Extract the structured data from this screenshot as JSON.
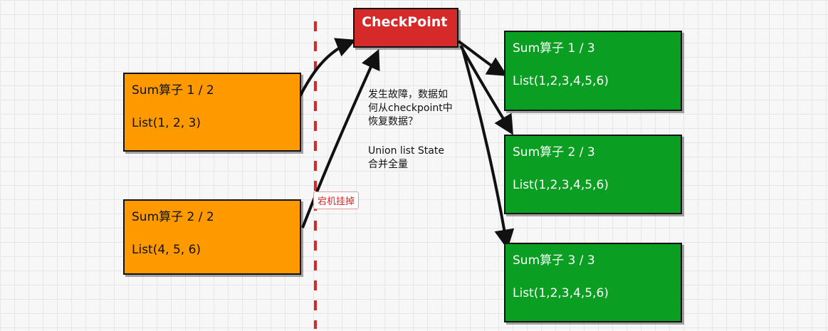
{
  "checkpoint": {
    "label": "CheckPoint"
  },
  "source_tasks": [
    {
      "title": "Sum算子 1 / 2",
      "state": "List(1, 2, 3)"
    },
    {
      "title": "Sum算子 2 / 2",
      "state": "List(4, 5, 6)"
    }
  ],
  "target_tasks": [
    {
      "title": "Sum算子 1 / 3",
      "state": "List(1,2,3,4,5,6)"
    },
    {
      "title": "Sum算子 2 / 3",
      "state": "List(1,2,3,4,5,6)"
    },
    {
      "title": "Sum算子 3 / 3",
      "state": "List(1,2,3,4,5,6)"
    }
  ],
  "failure_question": {
    "line1": "发生故障，数据如",
    "line2": "何从checkpoint中",
    "line3": "恢复数据？"
  },
  "union_note": {
    "line1": "Union list State",
    "line2": "合并全量"
  },
  "crash_tag": {
    "label": "宕机挂掉"
  },
  "colors": {
    "source_box": "#ff9900",
    "target_box": "#0a9e22",
    "checkpoint": "#d62a2a",
    "divider": "#d62a2a"
  }
}
